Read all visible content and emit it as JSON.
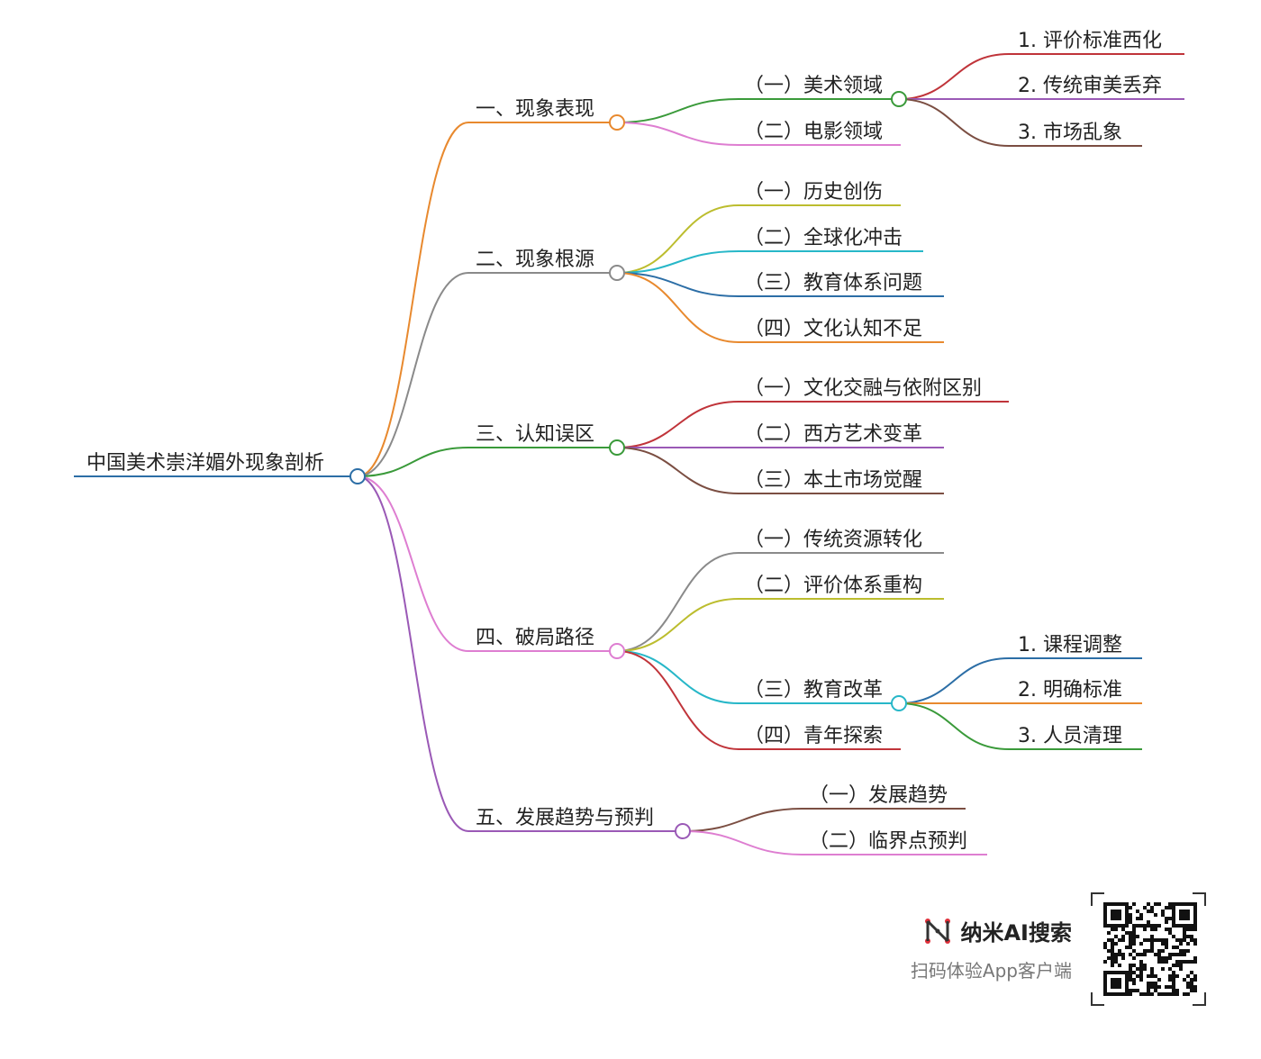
{
  "root": {
    "label": "中国美术崇洋媚外现象剖析",
    "color": "#2c6ea6"
  },
  "branches": [
    {
      "label": "一、现象表现",
      "color": "#e8892e",
      "children": [
        {
          "label": "（一）美术领域",
          "color": "#3a9a3a",
          "children": [
            {
              "label": "1. 评价标准西化",
              "color": "#c0343a"
            },
            {
              "label": "2. 传统审美丢弃",
              "color": "#9a59b6"
            },
            {
              "label": "3. 市场乱象",
              "color": "#7b4e42"
            }
          ]
        },
        {
          "label": "（二）电影领域",
          "color": "#de7ed1",
          "children": []
        }
      ]
    },
    {
      "label": "二、现象根源",
      "color": "#8a8a8a",
      "children": [
        {
          "label": "（一）历史创伤",
          "color": "#bcbd2e",
          "children": []
        },
        {
          "label": "（二）全球化冲击",
          "color": "#27b7c8",
          "children": []
        },
        {
          "label": "（三）教育体系问题",
          "color": "#2c6ea6",
          "children": []
        },
        {
          "label": "（四）文化认知不足",
          "color": "#e8892e",
          "children": []
        }
      ]
    },
    {
      "label": "三、认知误区",
      "color": "#3a9a3a",
      "children": [
        {
          "label": "（一）文化交融与依附区别",
          "color": "#c0343a",
          "children": []
        },
        {
          "label": "（二）西方艺术变革",
          "color": "#9a59b6",
          "children": []
        },
        {
          "label": "（三）本土市场觉醒",
          "color": "#7b4e42",
          "children": []
        }
      ]
    },
    {
      "label": "四、破局路径",
      "color": "#de7ed1",
      "children": [
        {
          "label": "（一）传统资源转化",
          "color": "#8a8a8a",
          "children": []
        },
        {
          "label": "（二）评价体系重构",
          "color": "#bcbd2e",
          "children": []
        },
        {
          "label": "（三）教育改革",
          "color": "#27b7c8",
          "children": [
            {
              "label": "1. 课程调整",
              "color": "#2c6ea6"
            },
            {
              "label": "2. 明确标准",
              "color": "#e8892e"
            },
            {
              "label": "3. 人员清理",
              "color": "#3a9a3a"
            }
          ]
        },
        {
          "label": "（四）青年探索",
          "color": "#c0343a",
          "children": []
        }
      ]
    },
    {
      "label": "五、发展趋势与预判",
      "color": "#9a59b6",
      "children": [
        {
          "label": "（一）发展趋势",
          "color": "#7b4e42",
          "children": []
        },
        {
          "label": "（二）临界点预判",
          "color": "#de7ed1",
          "children": []
        }
      ]
    }
  ],
  "brand": {
    "name": "纳米AI搜索",
    "subtitle": "扫码体验App客户端",
    "logo_color": "#e0303a",
    "qr_icon": "qr-code-icon"
  }
}
